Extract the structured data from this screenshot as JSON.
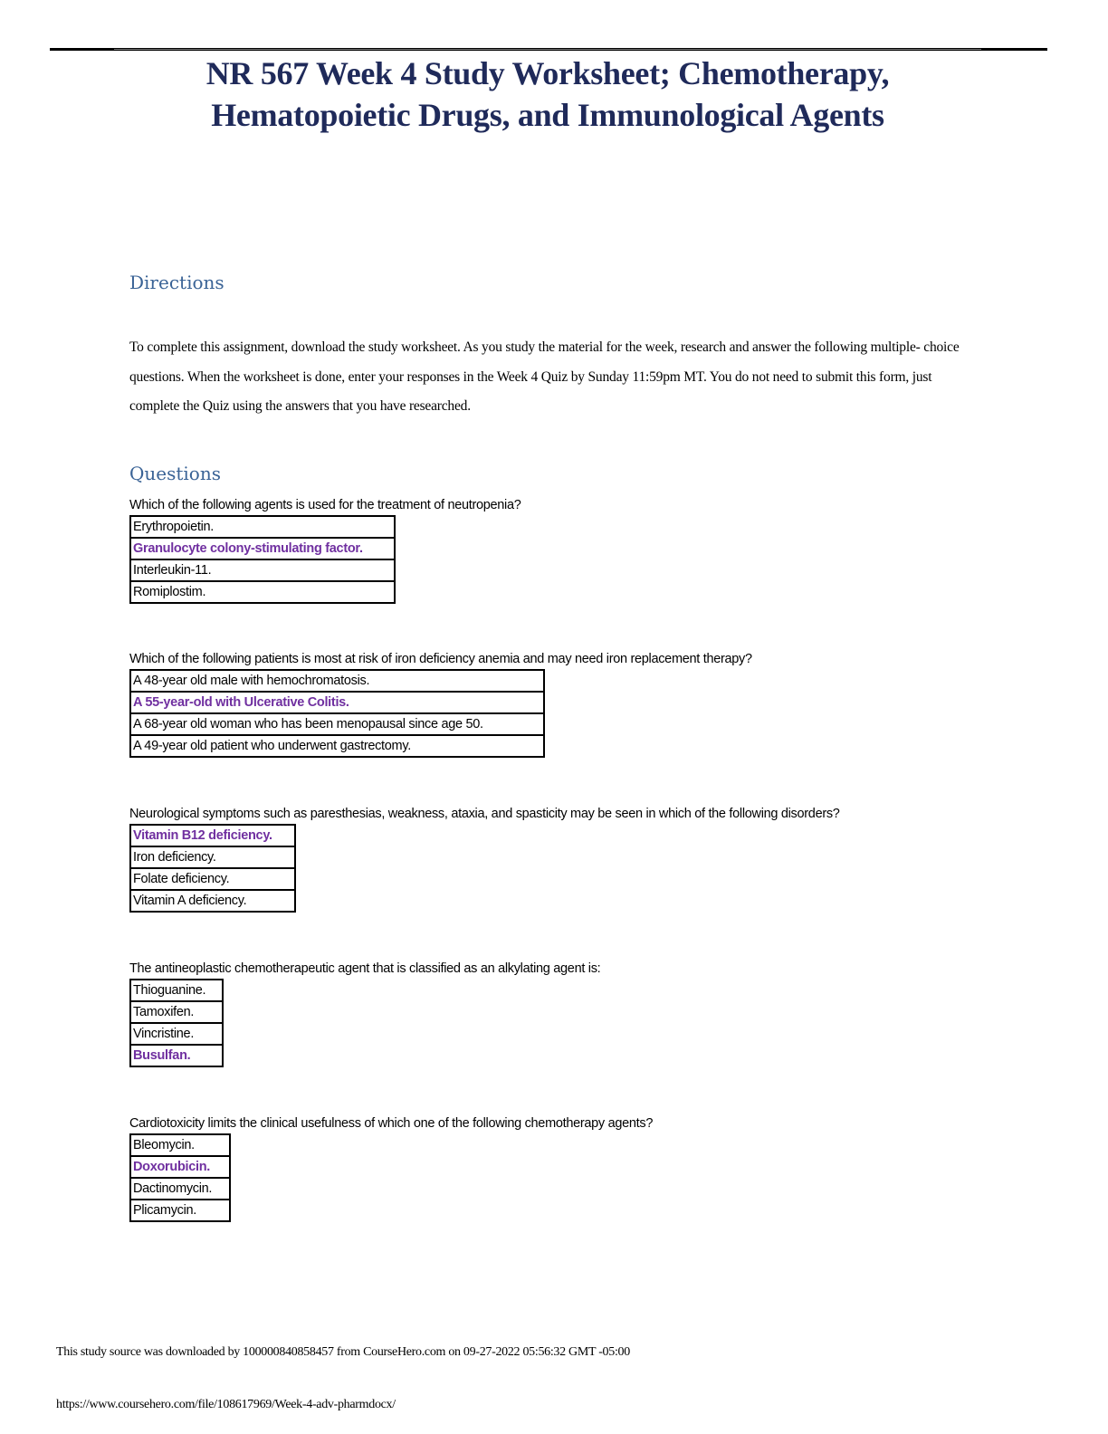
{
  "document": {
    "title_line1": "NR 567 Week 4 Study Worksheet; Chemotherapy,",
    "title_line2": "Hematopoietic Drugs, and Immunological Agents",
    "directions_heading": "Directions",
    "directions_text": "To complete this assignment, download the study worksheet. As you study the material for the week, research and answer the following multiple- choice questions. When the worksheet is done, enter your responses in the Week 4 Quiz by Sunday 11:59pm MT.  You do not need to submit this form, just complete the Quiz using the answers that you have researched.",
    "questions_heading": "Questions",
    "accent_color": "#7030a0",
    "heading_color": "#3a6396",
    "title_color": "#1f2a5a"
  },
  "questions": [
    {
      "text": "Which of the following agents is used for the treatment of neutropenia?",
      "options": [
        "Erythropoietin.",
        "Granulocyte colony-stimulating factor.",
        "Interleukin-11.",
        "Romiplostim."
      ],
      "highlighted_index": 1
    },
    {
      "text": "Which of the following patients is most at risk of iron deficiency anemia and may need iron replacement therapy?",
      "options": [
        "A 48-year old male with hemochromatosis.",
        "A 55-year-old with Ulcerative Colitis.",
        "A 68-year old woman who has been menopausal since age 50.",
        "A 49-year old patient who underwent gastrectomy."
      ],
      "highlighted_index": 1
    },
    {
      "text": "Neurological symptoms such as paresthesias, weakness, ataxia, and spasticity may be seen in which of the following disorders?",
      "options": [
        "Vitamin B12 deficiency.",
        "Iron deficiency.",
        "Folate deficiency.",
        "Vitamin A deficiency."
      ],
      "highlighted_index": 0
    },
    {
      "text": "The antineoplastic chemotherapeutic agent that is classified as an alkylating agent is:",
      "options": [
        "Thioguanine.",
        "Tamoxifen.",
        "Vincristine.",
        "Busulfan."
      ],
      "highlighted_index": 3
    },
    {
      "text": "Cardiotoxicity limits the clinical usefulness of which one of the following chemotherapy agents?",
      "options": [
        "Bleomycin.",
        "Doxorubicin.",
        "Dactinomycin.",
        "Plicamycin."
      ],
      "highlighted_index": 1
    }
  ],
  "footer": {
    "download_notice": "This study source was downloaded by 100000840858457 from CourseHero.com on 09-27-2022 05:56:32 GMT -05:00",
    "source_url": "https://www.coursehero.com/file/108617969/Week-4-adv-pharmdocx/"
  }
}
